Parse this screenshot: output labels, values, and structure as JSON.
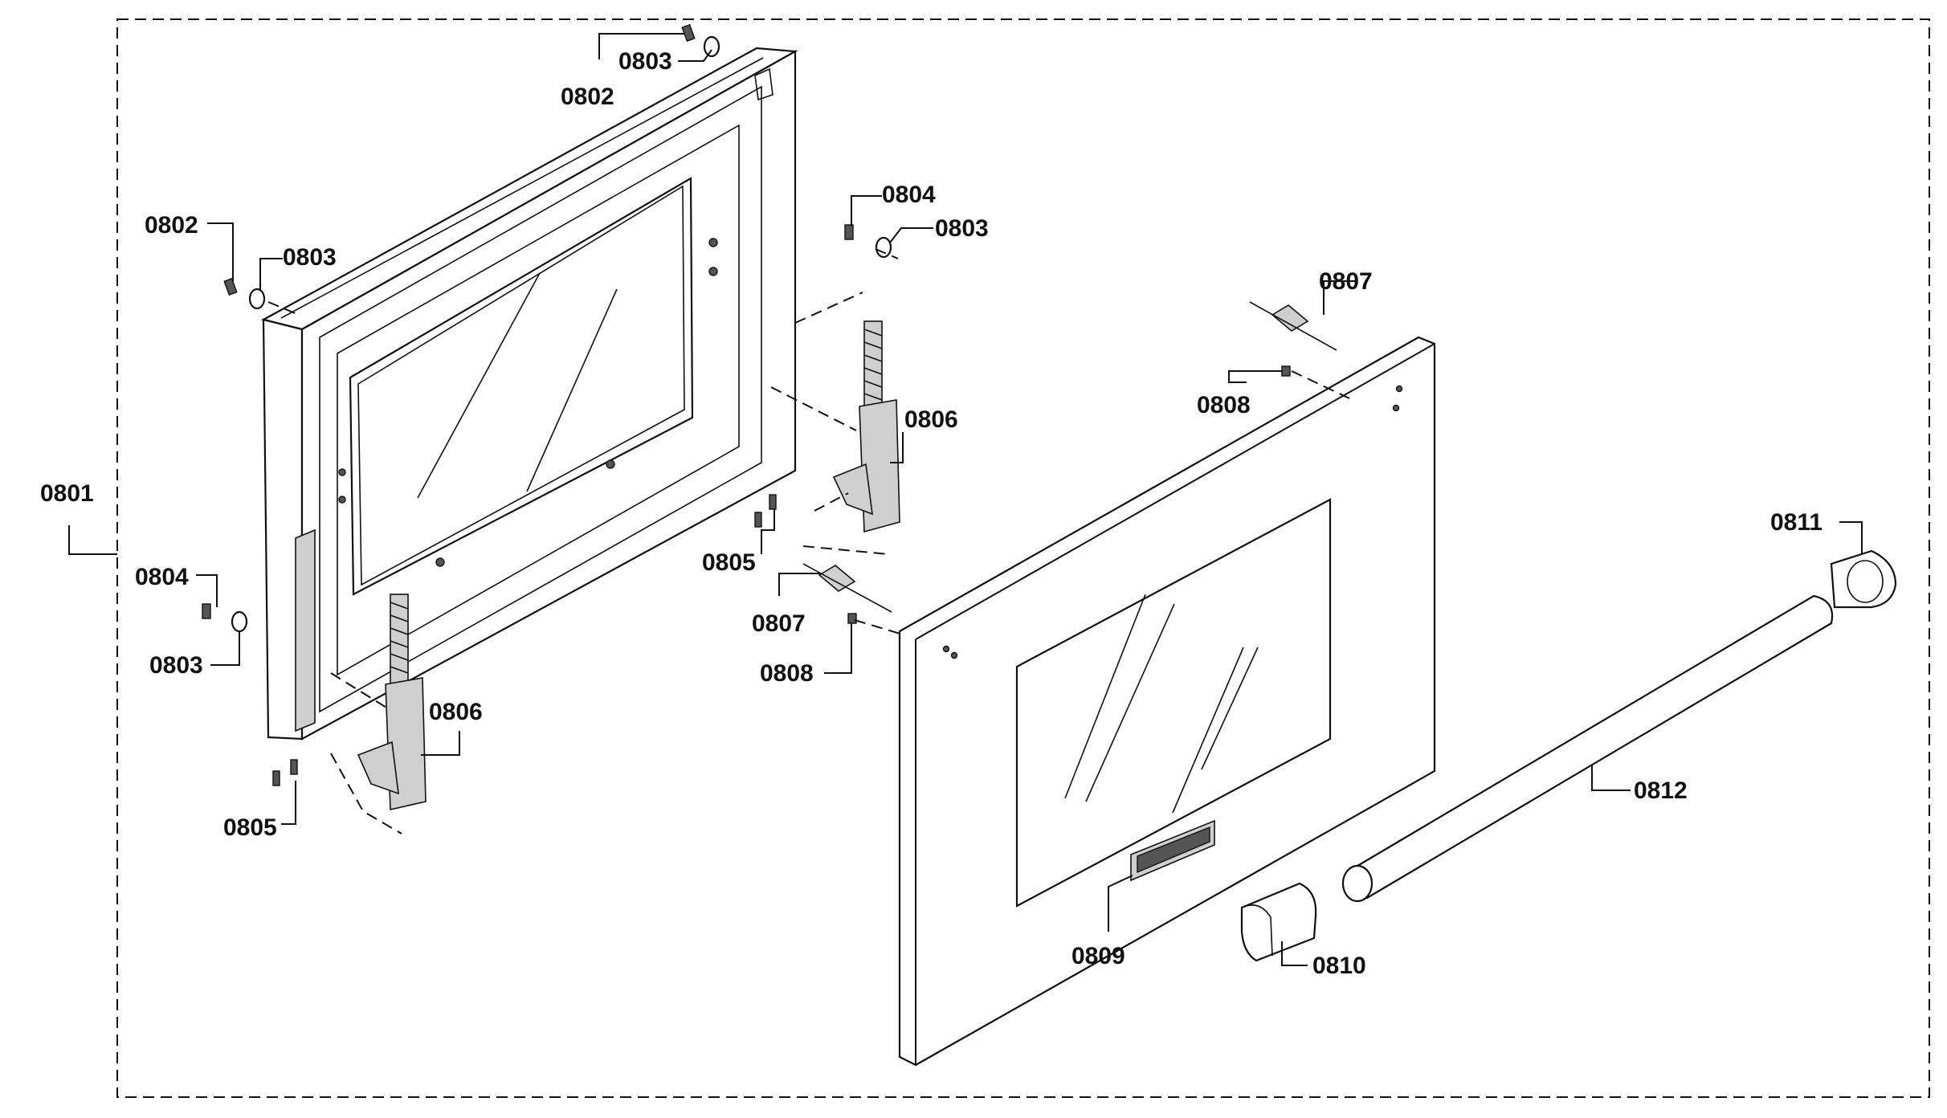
{
  "diagram": {
    "labels": {
      "l0801": "0801",
      "l0802a": "0802",
      "l0802b": "0802",
      "l0803a": "0803",
      "l0803b": "0803",
      "l0803c": "0803",
      "l0803d": "0803",
      "l0804a": "0804",
      "l0804b": "0804",
      "l0805a": "0805",
      "l0805b": "0805",
      "l0806a": "0806",
      "l0806b": "0806",
      "l0807a": "0807",
      "l0807b": "0807",
      "l0808a": "0808",
      "l0808b": "0808",
      "l0809": "0809",
      "l0810": "0810",
      "l0811": "0811",
      "l0812": "0812"
    }
  }
}
